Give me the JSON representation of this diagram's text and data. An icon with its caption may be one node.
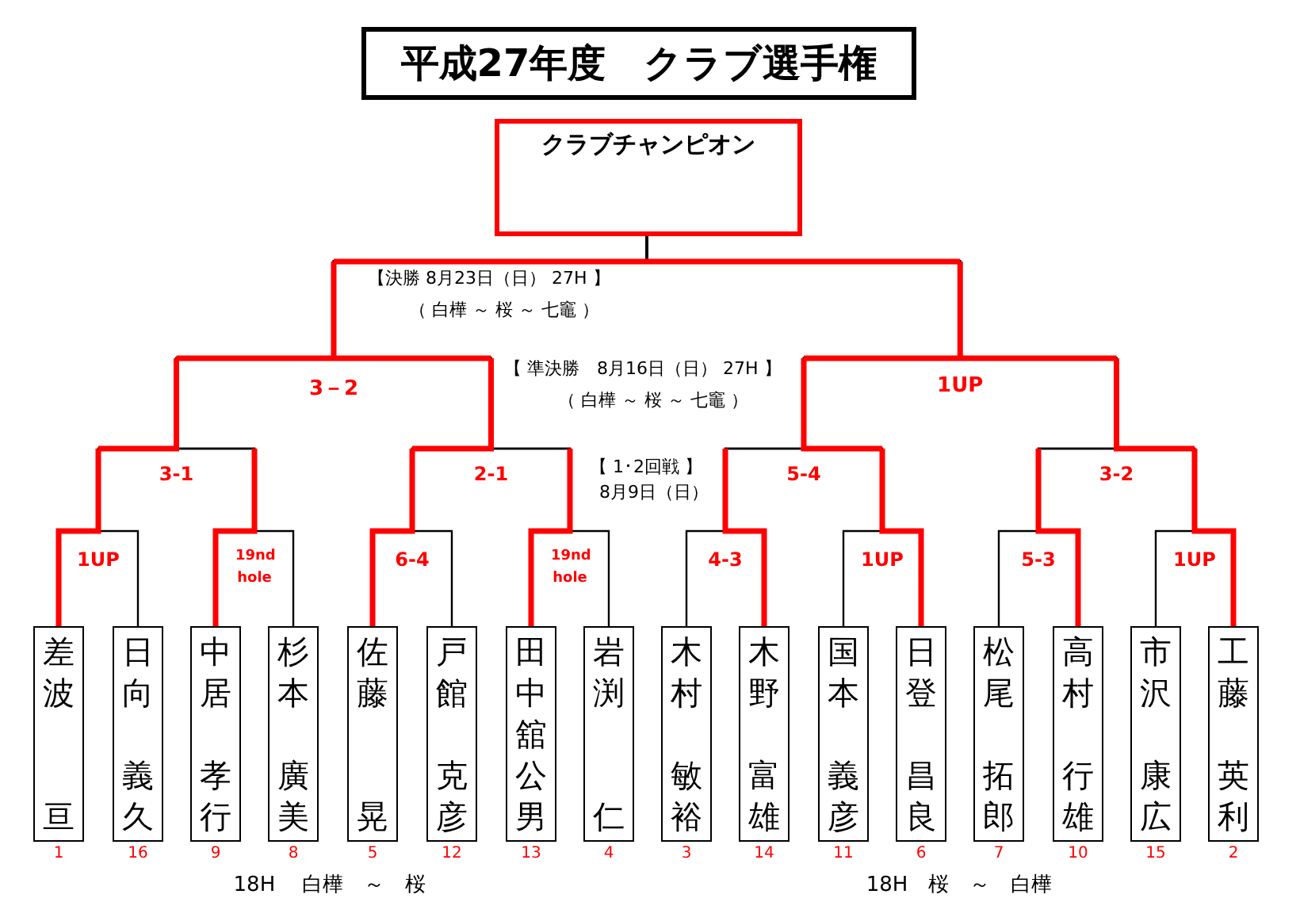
{
  "diagram": {
    "title": "平成27年度　クラブ選手権",
    "nodes": [
      {
        "text": [
          "クラブチャンピオン"
        ]
      },
      {
        "text": [
          "差波",
          "亘"
        ],
        "beside": [
          "1"
        ]
      },
      {
        "text": [
          "日向",
          "義久"
        ],
        "beside": [
          "16"
        ]
      },
      {
        "text": [
          "中居",
          "孝行"
        ],
        "beside": [
          "9"
        ]
      },
      {
        "text": [
          "杉本",
          "廣美"
        ],
        "beside": [
          "8"
        ]
      },
      {
        "text": [
          "佐藤",
          "晃"
        ],
        "beside": [
          "5"
        ]
      },
      {
        "text": [
          "戸館",
          "克彦"
        ],
        "beside": [
          "12"
        ]
      },
      {
        "text": [
          "田中舘公男"
        ],
        "beside": [
          "13"
        ]
      },
      {
        "text": [
          "岩渕",
          "仁"
        ],
        "beside": [
          "4"
        ]
      },
      {
        "text": [
          "木村",
          "敏裕"
        ],
        "beside": [
          "3"
        ]
      },
      {
        "text": [
          "木野",
          "富雄"
        ],
        "beside": [
          "14"
        ]
      },
      {
        "text": [
          "国本",
          "義彦"
        ],
        "beside": [
          "11"
        ]
      },
      {
        "text": [
          "日登",
          "昌良"
        ],
        "beside": [
          "6"
        ]
      },
      {
        "text": [
          "松尾",
          "拓郎"
        ],
        "beside": [
          "7"
        ]
      },
      {
        "text": [
          "高村",
          "行雄"
        ],
        "beside": [
          "10"
        ]
      },
      {
        "text": [
          "市沢",
          "康広"
        ],
        "beside": [
          "15"
        ]
      },
      {
        "text": [
          "工藤",
          "英利"
        ],
        "beside": [
          "2"
        ]
      }
    ],
    "edges": [
      {
        "from": 1,
        "to": 0,
        "arrow": "none"
      },
      {
        "from": 2,
        "to": 0,
        "arrow": "none"
      },
      {
        "from": 3,
        "to": 0,
        "arrow": "none"
      },
      {
        "from": 4,
        "to": 0,
        "arrow": "none"
      },
      {
        "from": 5,
        "to": 0,
        "arrow": "none"
      },
      {
        "from": 6,
        "to": 0,
        "arrow": "none"
      },
      {
        "from": 7,
        "to": 0,
        "arrow": "none"
      },
      {
        "from": 8,
        "to": 0,
        "arrow": "none"
      },
      {
        "from": 9,
        "to": 0,
        "arrow": "none"
      },
      {
        "from": 10,
        "to": 0,
        "arrow": "none"
      },
      {
        "from": 11,
        "to": 0,
        "arrow": "none"
      },
      {
        "from": 12,
        "to": 0,
        "arrow": "none"
      },
      {
        "from": 13,
        "to": 0,
        "arrow": "none"
      },
      {
        "from": 14,
        "to": 0,
        "arrow": "none"
      },
      {
        "from": 15,
        "to": 0,
        "arrow": "none"
      },
      {
        "from": 16,
        "to": 0,
        "arrow": "none"
      }
    ],
    "labels": [
      "【決勝 8月23日（日） 27H 】",
      "（ 白樺 ～ 桜 ～ 七竈 ）",
      "【 準決勝　8月16日（日） 27H 】",
      "（ 白樺 ～ 桜 ～ 七竈 ）",
      "3－2",
      "1UP",
      "【 1･2回戦 】",
      "8月9日（日）",
      "3-1",
      "2-1",
      "5-4",
      "3-2",
      "1UP",
      "19nd hole",
      "6-4",
      "19nd hole",
      "4-3",
      "1UP",
      "5-3",
      "1UP",
      "18H　 白樺　～　桜",
      "18H　桜　～　白樺"
    ]
  }
}
